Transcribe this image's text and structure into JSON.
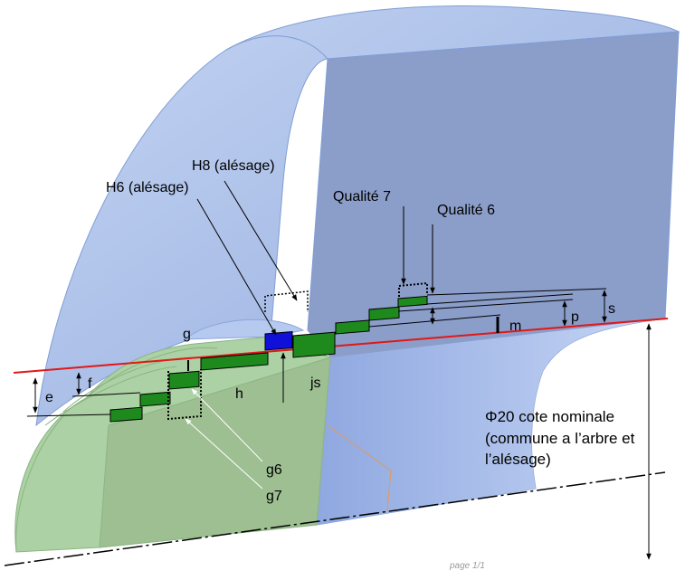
{
  "labels": {
    "h8": "H8 (alésage)",
    "h6": "H6 (alésage)",
    "qualite7": "Qualité 7",
    "qualite6": "Qualité 6",
    "g": "g",
    "e": "e",
    "f": "f",
    "h": "h",
    "js": "js",
    "m": "m",
    "p": "p",
    "s": "s",
    "g6": "g6",
    "g7": "g7",
    "nominal_line1": "Φ20 cote nominale",
    "nominal_line2": "(commune a l’arbre et",
    "nominal_line3": "l’alésage)",
    "footer": "page 1/1"
  },
  "colors": {
    "bore_face": "#8b9dc9",
    "bore_light": "#a9c0ea",
    "shaft": "#a8cf9f",
    "shaft_face": "#9dbf92",
    "tolerance_zone": "#1e8a1e",
    "bore_zone": "#1010d8",
    "nominal_line": "#e01818"
  }
}
